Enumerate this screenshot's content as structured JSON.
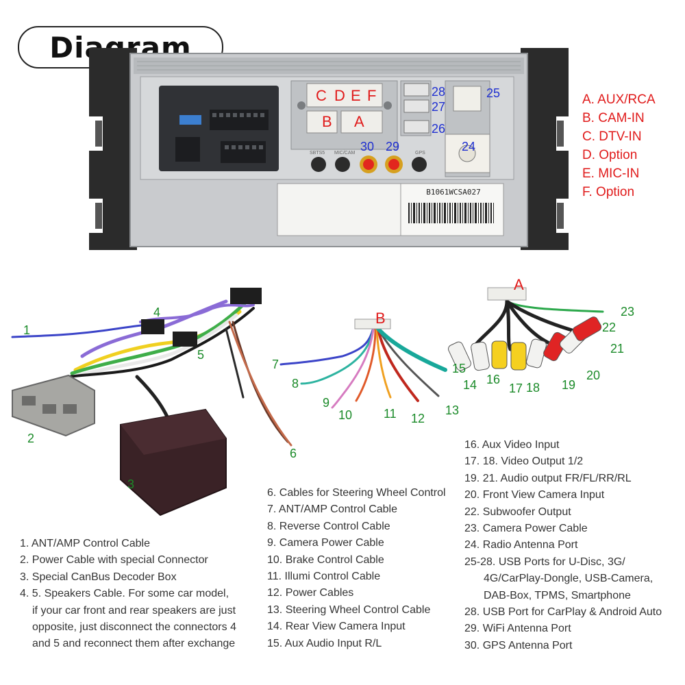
{
  "title": "Diagram",
  "port_legend": [
    "A. AUX/RCA",
    "B. CAM-IN",
    "C. DTV-IN",
    "D. Option",
    "E. MIC-IN",
    "F. Option"
  ],
  "unit_labels": {
    "C": "C",
    "D": "D",
    "E": "E",
    "F": "F",
    "B": "B",
    "A": "A",
    "n28": "28",
    "n27": "27",
    "n26": "26",
    "n25": "25",
    "n24": "24",
    "n30": "30",
    "n29": "29"
  },
  "unit_text": {
    "barcode": "B1061WCSA027",
    "port_print_left": "SBTS5",
    "port_print_mid": "MIC/CAM",
    "port_print_right": "GPS"
  },
  "harness_labels": {
    "n1": "1",
    "n2": "2",
    "n3": "3",
    "n4": "4",
    "n5": "5",
    "n6": "6",
    "B": "B",
    "n7": "7",
    "n8": "8",
    "n9": "9",
    "n10": "10",
    "n11": "11",
    "n12": "12",
    "n13": "13",
    "n14": "14",
    "n15": "15",
    "A": "A",
    "n16": "16",
    "n17": "17",
    "n18": "18",
    "n19": "19",
    "n20": "20",
    "n21": "21",
    "n22": "22",
    "n23": "23"
  },
  "list_left": [
    "1. ANT/AMP Control Cable",
    "2. Power Cable with special Connector",
    "3. Special CanBus Decoder Box",
    "4. 5. Speakers Cable. For some car model,",
    "if your car front and rear speakers are just",
    "opposite, just disconnect the connectors 4",
    "and 5 and reconnect them after exchange"
  ],
  "list_middle": [
    "6. Cables for Steering Wheel Control",
    "7. ANT/AMP Control Cable",
    "8. Reverse Control Cable",
    "9. Camera Power Cable",
    "10. Brake Control Cable",
    "11. Illumi Control Cable",
    "12. Power Cables",
    "13. Steering Wheel Control Cable",
    "14. Rear View Camera Input",
    "15. Aux Audio Input R/L"
  ],
  "list_right": [
    "16. Aux Video Input",
    "17. 18. Video Output 1/2",
    "19. 21. Audio output FR/FL/RR/RL",
    "20. Front View Camera Input",
    "22. Subwoofer Output",
    "23. Camera Power Cable",
    "24. Radio Antenna Port",
    "25-28. USB Ports for U-Disc, 3G/",
    "4G/CarPlay-Dongle, USB-Camera,",
    "DAB-Box, TPMS, Smartphone",
    "28. USB Port  for CarPlay &  Android Auto",
    "29. WiFi Antenna Port",
    "30. GPS Antenna Port"
  ],
  "colors": {
    "label_red": "#e01a1a",
    "label_green": "#1a8a28",
    "label_blue": "#1f2fd0",
    "chassis": "#c9cbce",
    "bracket": "#2b2b2b"
  }
}
